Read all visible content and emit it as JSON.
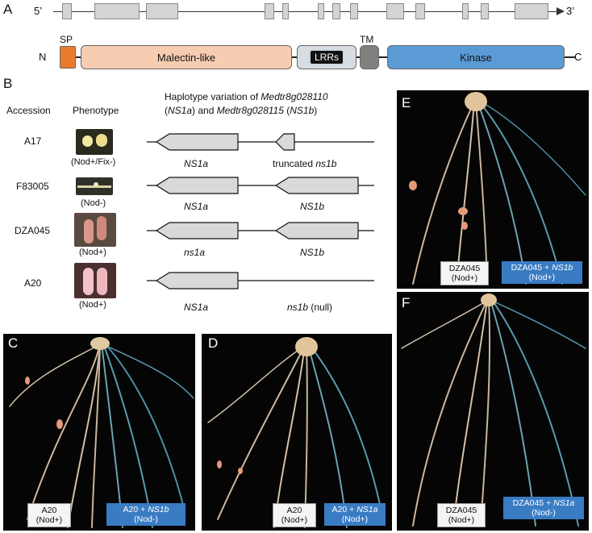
{
  "panels": {
    "A": "A",
    "B": "B",
    "C": "C",
    "D": "D",
    "E": "E",
    "F": "F"
  },
  "gene": {
    "five": "5’",
    "three": "3’"
  },
  "protein": {
    "n": "N",
    "c": "C",
    "sp": "SP",
    "tm": "TM",
    "malectin": "Malectin-like",
    "lrrs": "LRRs",
    "kinase": "Kinase",
    "colors": {
      "sp": "#ea7b2c",
      "malectin": "#f7cdb2",
      "lrr": "#d7dce2",
      "tm": "#808080",
      "kinase": "#5b9bd5"
    }
  },
  "table": {
    "col_accession": "Accession",
    "col_phenotype": "Phenotype",
    "haplo_line1_pre": "Haplotype variation of ",
    "haplo_line1_gene": "Medtr8g028110",
    "haplo_line2_a": "NS1a",
    "haplo_line2_mid": ") and ",
    "haplo_line2_gene": "Medtr8g028115",
    "haplo_line2_b": "NS1b",
    "paren_open": "(",
    "paren_close": ")",
    "rows": [
      {
        "accession": "A17",
        "phenotype": "(Nod+/Fix-)",
        "gene_a": "NS1a",
        "gene_b_pre": "truncated ",
        "gene_b": "ns1b",
        "gene_b_post": ""
      },
      {
        "accession": "F83005",
        "phenotype": "(Nod-)",
        "gene_a": "NS1a",
        "gene_b_pre": "",
        "gene_b": "NS1b",
        "gene_b_post": ""
      },
      {
        "accession": "DZA045",
        "phenotype": "(Nod+)",
        "gene_a": "ns1a",
        "gene_b_pre": "",
        "gene_b": "NS1b",
        "gene_b_post": ""
      },
      {
        "accession": "A20",
        "phenotype": "(Nod+)",
        "gene_a": "NS1a",
        "gene_b_pre": "",
        "gene_b": "ns1b",
        "gene_b_post": " (null)"
      }
    ]
  },
  "photos": {
    "C": {
      "left_line1": "A20",
      "left_line2": "(Nod+)",
      "right_pre": "A20 + ",
      "right_gene": "NS1b",
      "right_line2": "(Nod-)"
    },
    "D": {
      "left_line1": "A20",
      "left_line2": "(Nod+)",
      "right_pre": "A20 + ",
      "right_gene": "NS1a",
      "right_line2": "(Nod+)"
    },
    "E": {
      "left_line1": "DZA045",
      "left_line2": "(Nod+)",
      "right_pre": "DZA045 + ",
      "right_gene": "NS1b",
      "right_line2": "(Nod+)"
    },
    "F": {
      "left_line1": "DZA045",
      "left_line2": "(Nod+)",
      "right_pre": "DZA045 + ",
      "right_gene": "NS1a",
      "right_line2": "(Nod-)"
    }
  }
}
